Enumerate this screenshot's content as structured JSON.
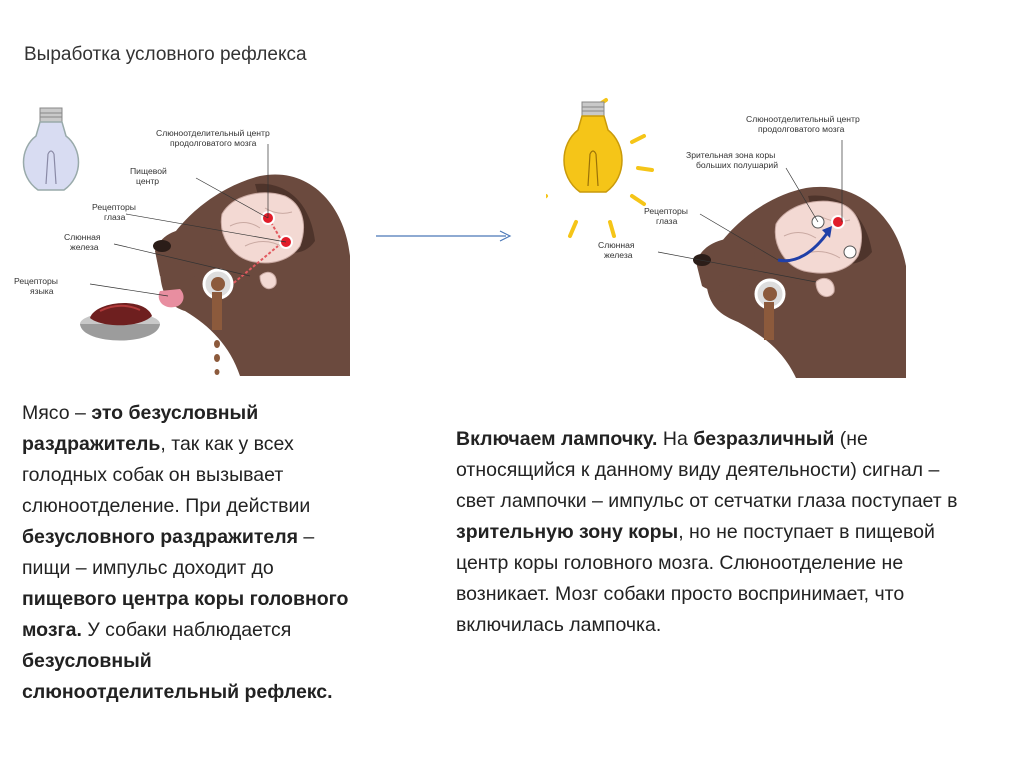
{
  "title": "Выработка условного рефлекса",
  "left_figure": {
    "labels": {
      "salivary_center_1": "Слюноотделительный центр",
      "salivary_center_2": "продолговатого мозга",
      "food_center_1": "Пищевой",
      "food_center_2": "центр",
      "eye_receptors_1": "Рецепторы",
      "eye_receptors_2": "глаза",
      "salivary_gland_1": "Слюнная",
      "salivary_gland_2": "железа",
      "tongue_receptors_1": "Рецепторы",
      "tongue_receptors_2": "языка"
    }
  },
  "right_figure": {
    "labels": {
      "salivary_center_1": "Слюноотделительный центр",
      "salivary_center_2": "продолговатого мозга",
      "visual_zone_1": "Зрительная зона коры",
      "visual_zone_2": "больших полушарий",
      "eye_receptors_1": "Рецепторы",
      "eye_receptors_2": "глаза",
      "salivary_gland_1": "Слюнная",
      "salivary_gland_2": "железа"
    }
  },
  "left_text": {
    "s1": "Мясо – ",
    "s2": "это безусловный раздражитель",
    "s3": ", так как  у всех голодных собак он вызывает слюноотделение. При действии ",
    "s4": "безусловного раздражителя",
    "s5": " – пищи – импульс доходит до ",
    "s6": "пищевого центра коры головного мозга.",
    "s7": " У собаки наблюдается ",
    "s8": "безусловный слюноотделительный рефлекс."
  },
  "right_text": {
    "s1": "Включаем лампочку.",
    "s2": " На ",
    "s3": "безразличный",
    "s4": " (не относящийся к данному виду деятельности) сигнал – свет лампочки – импульс от сетчатки глаза поступает в ",
    "s5": "зрительную зону коры",
    "s6": ", но не поступает в пищевой центр коры головного мозга. Слюноотделение не возникает. Мозг собаки просто воспринимает, что включилась лампочка."
  },
  "colors": {
    "dog": "#6b4a3e",
    "dog_dark": "#4e342b",
    "brain": "#f3d9d3",
    "arrow": "#4a77b8",
    "bulb_on": "#f5c518",
    "bulb_off": "#d8dcf2"
  }
}
